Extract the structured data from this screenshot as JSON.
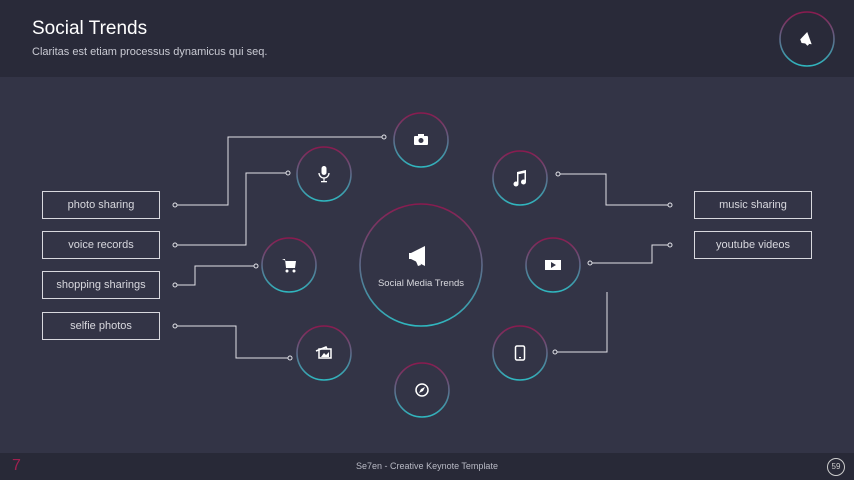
{
  "header": {
    "title": "Social Trends",
    "subtitle": "Claritas est etiam processus dynamicus qui seq."
  },
  "center": {
    "label": "Social Media Trends"
  },
  "left_labels": [
    "photo sharing",
    "voice records",
    "shopping sharings",
    "selfie photos"
  ],
  "right_labels": [
    "music sharing",
    "youtube videos"
  ],
  "icons": {
    "header": "megaphone-icon",
    "center": "megaphone-icon",
    "nodes": [
      "camera-icon",
      "microphone-icon",
      "shopping-cart-icon",
      "pictures-icon",
      "compass-icon",
      "music-note-icon",
      "film-icon",
      "smartphone-icon"
    ]
  },
  "footer": {
    "logo": "7",
    "text": "Se7en - Creative Keynote Template",
    "page": "59"
  },
  "colors": {
    "gradient_top": "#8b1a4f",
    "gradient_bottom": "#2fb8c0",
    "header_bg": "#292a39",
    "body_bg": "#333446"
  }
}
